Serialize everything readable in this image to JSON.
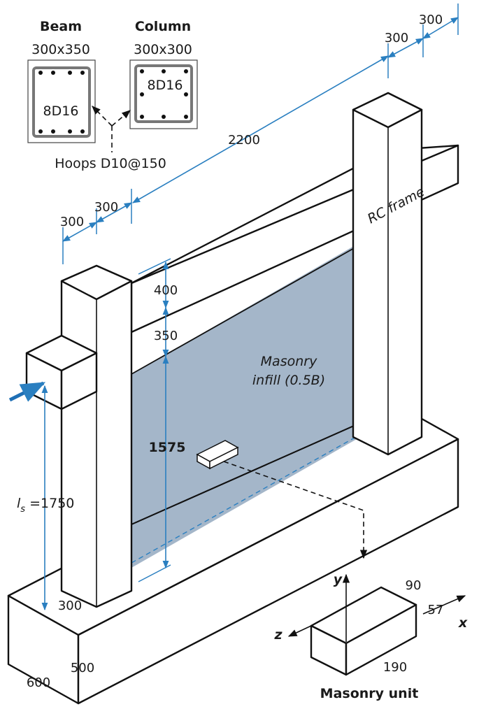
{
  "labels": {
    "beam_title": "Beam",
    "beam_size": "300x350",
    "beam_rebar": "8D16",
    "column_title": "Column",
    "column_size": "300x300",
    "column_rebar": "8D16",
    "hoops": "Hoops D10@150",
    "rc_frame": "RC frame",
    "infill_line1": "Masonry",
    "infill_line2": "infill (0.5B)",
    "ls_symbol": "l",
    "ls_sub": "s",
    "ls_value": " =1750",
    "masonry_unit": "Masonry unit",
    "axis_x": "x",
    "axis_y": "y",
    "axis_z": "z"
  },
  "dimensions": {
    "top_right_300_a": "300",
    "top_right_300_b": "300",
    "span_2200": "2200",
    "left_300_a": "300",
    "left_300_b": "300",
    "beam_400": "400",
    "beam_350": "350",
    "infill_1575": "1575",
    "column_base_300": "300",
    "foundation_500": "500",
    "foundation_600": "600",
    "unit_90": "90",
    "unit_57": "57",
    "unit_190": "190"
  },
  "colors": {
    "infill": "#a4b6c9",
    "dimension_line": "#2a7fc0",
    "load_arrow": "#1f6fb5"
  }
}
